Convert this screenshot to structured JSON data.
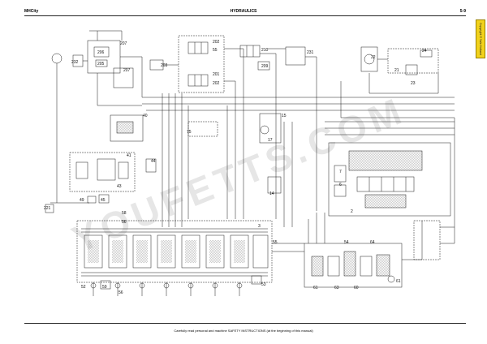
{
  "header": {
    "left": "MHCity",
    "center": "HYDRAULICS",
    "right": "5-9"
  },
  "side_tab": "Copyright © Yale Holland",
  "footer": "Carefully read personal and machine SAFETY INSTRUCTIONS (at the beginning of this manual)",
  "watermark": "YOUFETTS.COM",
  "callouts": {
    "c207a": "207",
    "c232": "232",
    "c206": "206",
    "c205": "205",
    "c207b": "207",
    "c202a": "202",
    "c55": "55",
    "c203": "203",
    "c201": "201",
    "c202b": "202",
    "c210": "210",
    "c209": "209",
    "c231": "231",
    "c22": "22",
    "c24": "24",
    "c21": "21",
    "c23": "23",
    "c40": "40",
    "c75": "75",
    "c15": "15",
    "c17": "17",
    "c41": "41",
    "c44": "44",
    "c43": "43",
    "c7": "7",
    "c6": "6",
    "c14": "14",
    "c49": "49",
    "c45": "45",
    "c221": "221",
    "c58": "58",
    "c56": "56",
    "c3": "3",
    "c2": "2",
    "c55b": "55",
    "c52": "52",
    "c59": "59",
    "c56b": "56",
    "c53": "53",
    "c64": "64",
    "c54": "54",
    "c61": "61",
    "c63": "63",
    "c60": "60",
    "c61b": "61"
  }
}
